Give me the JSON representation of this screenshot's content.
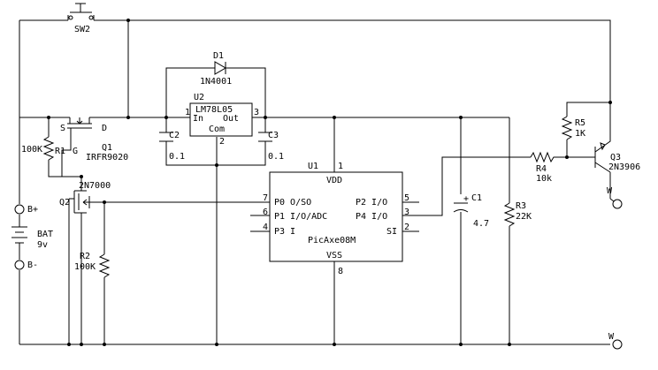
{
  "colors": {
    "ink": "#000000",
    "background": "#ffffff"
  },
  "switch": {
    "ref": "SW2"
  },
  "battery": {
    "ref": "BAT",
    "value": "9v",
    "plus": "B+",
    "minus": "B-"
  },
  "mosfet_p": {
    "ref": "Q1",
    "part": "IRFR9020",
    "source": "S",
    "drain": "D",
    "gate": "G"
  },
  "mosfet_n": {
    "ref": "Q2",
    "part": "2N7000"
  },
  "diode": {
    "ref": "D1",
    "part": "1N4001"
  },
  "regulator": {
    "ref": "U2",
    "part": "LM78L05",
    "in": "In",
    "out": "Out",
    "com": "Com",
    "pin_in": "1",
    "pin_out": "3",
    "pin_com": "2"
  },
  "c2": {
    "ref": "C2",
    "value": "0.1"
  },
  "c3": {
    "ref": "C3",
    "value": "0.1"
  },
  "r1": {
    "ref": "R1",
    "value": "100K"
  },
  "r2": {
    "ref": "R2",
    "value": "100K"
  },
  "mcu": {
    "ref": "U1",
    "part": "PicAxe08M",
    "vdd": "VDD",
    "vss": "VSS",
    "pin_vdd": "1",
    "pin_vss": "8",
    "p0": "P0 O/SO",
    "p1": "P1 I/O/ADC",
    "p3": "P3 I",
    "p2": "P2 I/O",
    "p4": "P4 I/O",
    "si": "SI",
    "pin_p0": "7",
    "pin_p1": "6",
    "pin_p3": "4",
    "pin_p2": "5",
    "pin_p4": "3",
    "pin_si": "2"
  },
  "c1": {
    "ref": "C1",
    "value": "4.7",
    "plus": "+"
  },
  "r3": {
    "ref": "R3",
    "value": "22K"
  },
  "r4": {
    "ref": "R4",
    "value": "10k"
  },
  "r5": {
    "ref": "R5",
    "value": "1K"
  },
  "transistor": {
    "ref": "Q3",
    "part": "2N3906"
  },
  "out_terminal": {
    "label": "W"
  },
  "gnd_terminal": {
    "label": "W"
  }
}
